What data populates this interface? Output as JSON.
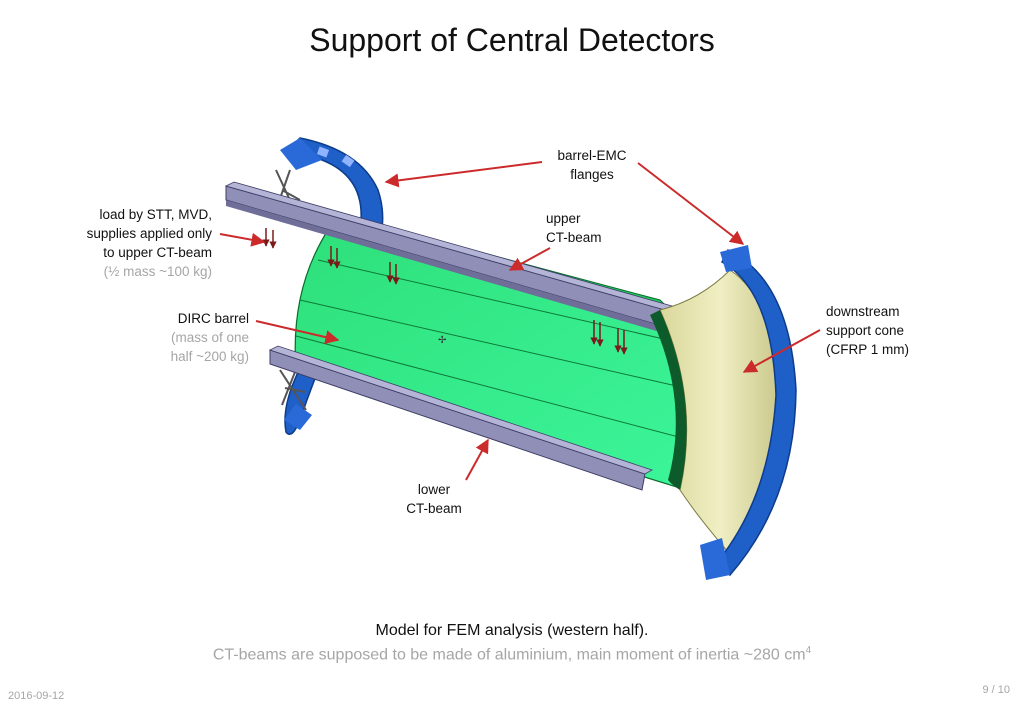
{
  "slide": {
    "title": "Support of Central Detectors",
    "date": "2016-09-12",
    "page_number": "9 / 10"
  },
  "labels": {
    "load": {
      "line1": "load by STT, MVD,",
      "line2": "supplies applied only",
      "line3": "to upper CT-beam",
      "line4": "(½  mass ~100 kg)"
    },
    "dirc": {
      "line1": "DIRC barrel",
      "line2": "(mass of one",
      "line3": "half ~200 kg)"
    },
    "barrel_emc": {
      "line1": "barrel-EMC",
      "line2": "flanges"
    },
    "upper_beam": {
      "line1": "upper",
      "line2": "CT-beam"
    },
    "lower_beam": {
      "line1": "lower",
      "line2": "CT-beam"
    },
    "downstream": {
      "line1": "downstream",
      "line2": "support cone",
      "line3": "(CFRP 1 mm)"
    }
  },
  "caption": {
    "line1": "Model for FEM analysis (western half).",
    "line2_text": "CT-beams are supposed to be made of aluminium, main moment of inertia ~280 cm",
    "line2_exponent": "4"
  },
  "colors": {
    "flange_blue": "#1f5fc8",
    "dirc_green": "#33ee88",
    "beam_gray": "#8f8fb8",
    "cone_cream": "#e8e8b0",
    "arrow_red": "#cc2b2b",
    "muted_text": "#a6a6a6"
  }
}
